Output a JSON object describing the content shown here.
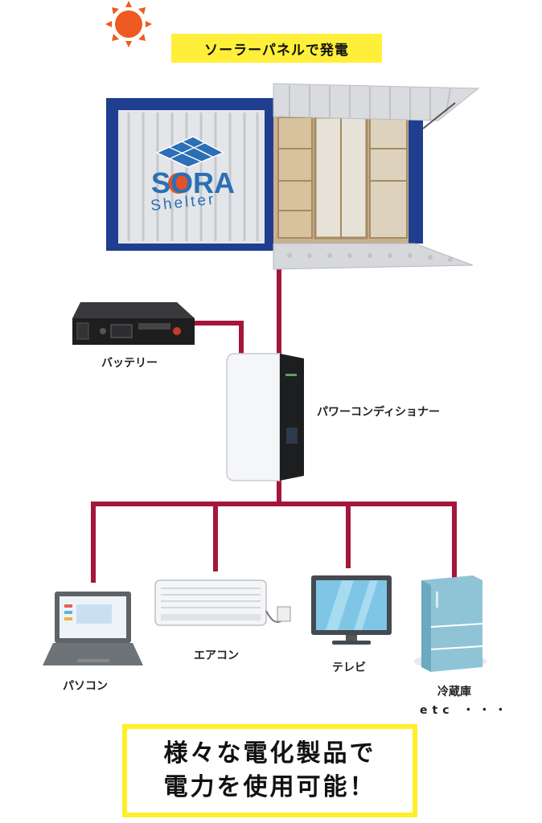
{
  "header": {
    "title": "ソーラーパネルで発電"
  },
  "shelter": {
    "logo_text_top": "SORA",
    "logo_text_bottom": "Shelter"
  },
  "devices": {
    "battery": "バッテリー",
    "inverter": "パワーコンディショナー",
    "pc": "パソコン",
    "aircon": "エアコン",
    "tv": "テレビ",
    "fridge": "冷蔵庫",
    "etc": "etc ・・・"
  },
  "footer": {
    "line1": "様々な電化製品で",
    "line2": "電力を使用可能！"
  },
  "colors": {
    "wire": "#a3173a",
    "sun": "#ef5a20",
    "highlight": "#ffef3a"
  }
}
